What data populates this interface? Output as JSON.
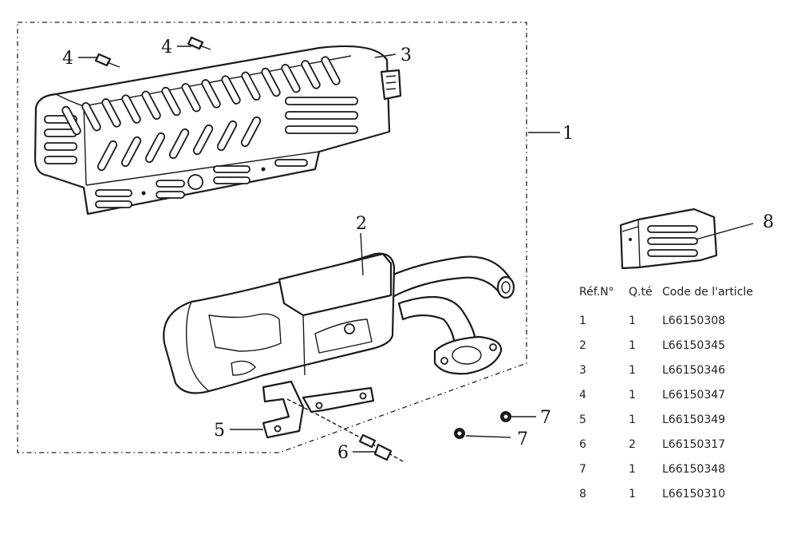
{
  "callouts": {
    "c1": "1",
    "c2": "2",
    "c3": "3",
    "c4a": "4",
    "c4b": "4",
    "c5": "5",
    "c6": "6",
    "c7a": "7",
    "c7b": "7",
    "c8": "8"
  },
  "table": {
    "headers": {
      "ref": "Réf.N°",
      "qty": "Q.té",
      "code": "Code de l'article"
    },
    "rows": [
      {
        "ref": "1",
        "qty": "1",
        "code": "L66150308"
      },
      {
        "ref": "2",
        "qty": "1",
        "code": "L66150345"
      },
      {
        "ref": "3",
        "qty": "1",
        "code": "L66150346"
      },
      {
        "ref": "4",
        "qty": "1",
        "code": "L66150347"
      },
      {
        "ref": "5",
        "qty": "1",
        "code": "L66150349"
      },
      {
        "ref": "6",
        "qty": "2",
        "code": "L66150317"
      },
      {
        "ref": "7",
        "qty": "1",
        "code": "L66150348"
      },
      {
        "ref": "8",
        "qty": "1",
        "code": "L66150310"
      }
    ]
  }
}
